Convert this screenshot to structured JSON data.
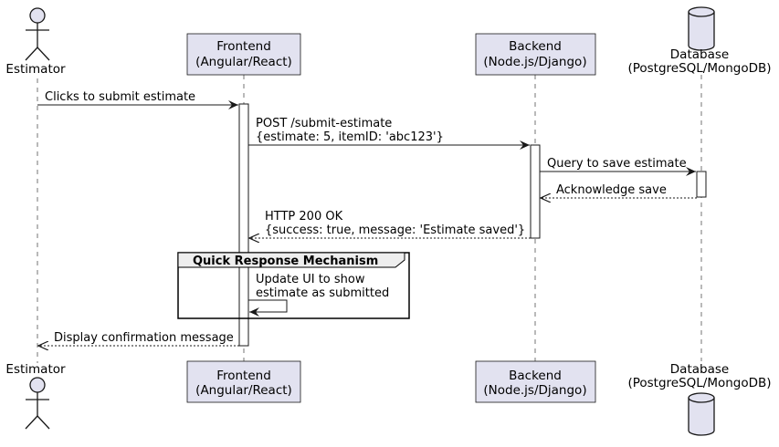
{
  "participants": [
    {
      "id": "estimator",
      "kind": "actor",
      "lines": [
        "Estimator"
      ]
    },
    {
      "id": "frontend",
      "kind": "box",
      "lines": [
        "Frontend",
        "(Angular/React)"
      ]
    },
    {
      "id": "backend",
      "kind": "box",
      "lines": [
        "Backend",
        "(Node.js/Django)"
      ]
    },
    {
      "id": "database",
      "kind": "database",
      "lines": [
        "Database",
        "(PostgreSQL/MongoDB)"
      ]
    }
  ],
  "messages": [
    {
      "from": "estimator",
      "to": "frontend",
      "style": "solid",
      "lines": [
        "Clicks to submit estimate"
      ]
    },
    {
      "from": "frontend",
      "to": "backend",
      "style": "solid",
      "lines": [
        "POST /submit-estimate",
        "{estimate: 5, itemID: 'abc123'}"
      ]
    },
    {
      "from": "backend",
      "to": "database",
      "style": "solid",
      "lines": [
        "Query to save estimate"
      ]
    },
    {
      "from": "database",
      "to": "backend",
      "style": "dashed",
      "lines": [
        "Acknowledge save"
      ]
    },
    {
      "from": "backend",
      "to": "frontend",
      "style": "dashed",
      "lines": [
        "HTTP 200 OK",
        "{success: true, message: 'Estimate saved'}"
      ]
    },
    {
      "from": "frontend",
      "to": "frontend",
      "style": "solid",
      "lines": [
        "Update UI to show",
        "estimate as submitted"
      ]
    },
    {
      "from": "frontend",
      "to": "estimator",
      "style": "dashed",
      "lines": [
        "Display confirmation message"
      ]
    }
  ],
  "group": {
    "title": "Quick Response Mechanism"
  },
  "colors": {
    "participant_fill": "#E2E2F0",
    "participant_stroke": "#181818",
    "activation_fill": "#FFFFFF",
    "group_header_fill": "#EEEEEE",
    "lifeline": "#181818"
  }
}
